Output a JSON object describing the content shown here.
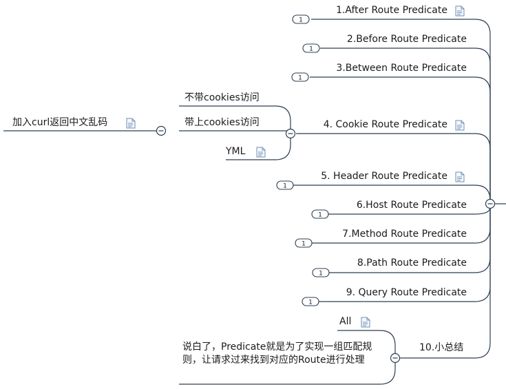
{
  "branches": [
    {
      "label": "1.After Route Predicate",
      "badge": "1"
    },
    {
      "label": "2.Before Route Predicate",
      "badge": "1"
    },
    {
      "label": "3.Between Route Predicate",
      "badge": "1"
    },
    {
      "label": "4. Cookie Route Predicate"
    },
    {
      "label": "5. Header Route Predicate",
      "badge": "1"
    },
    {
      "label": "6.Host Route Predicate",
      "badge": "1"
    },
    {
      "label": "7.Method Route Predicate",
      "badge": "1"
    },
    {
      "label": "8.Path Route Predicate",
      "badge": "1"
    },
    {
      "label": "9. Query Route Predicate",
      "badge": "1"
    },
    {
      "label": "10.小总结"
    }
  ],
  "cookie_children": [
    {
      "label": "不带cookies访问"
    },
    {
      "label": "带上cookies访问"
    },
    {
      "label": "YML"
    }
  ],
  "cookie_grandchild": {
    "label": "加入curl返回中文乱码"
  },
  "summary_children": [
    {
      "label": "All"
    },
    {
      "label": "说白了，Predicate就是为了实现一组匹配规则，让请求过来找到对应的Route进行处理"
    }
  ],
  "colors": {
    "line": "#2b3d52",
    "text": "#1a1a1a",
    "note_icon": "#6f8fb5"
  }
}
